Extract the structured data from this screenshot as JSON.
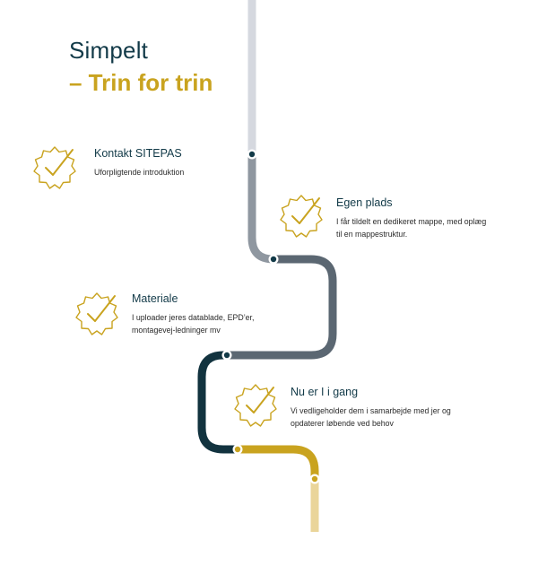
{
  "heading": {
    "line1": "Simpelt",
    "line2": "– Trin for trin"
  },
  "colors": {
    "navy": "#123a48",
    "gold": "#c9a31f",
    "light_gray": "#d5d8df",
    "mid_gray": "#8f97a0",
    "slate": "#5b6772",
    "dark_teal": "#12333f",
    "pale_gold": "#ead59a"
  },
  "steps": [
    {
      "title": "Kontakt SITEPAS",
      "desc": "Uforpligtende introduktion",
      "icon": "check-badge-icon"
    },
    {
      "title": "Egen plads",
      "desc": "I får tildelt en dedikeret mappe, med oplæg til en mappestruktur.",
      "icon": "check-badge-icon"
    },
    {
      "title": "Materiale",
      "desc": "I uploader jeres datablade, EPD’er, montagevej-ledninger mv",
      "icon": "check-badge-icon"
    },
    {
      "title": "Nu er I i gang",
      "desc": "Vi vedligeholder dem i samarbejde med jer og opdaterer løbende ved behov",
      "icon": "check-badge-icon"
    }
  ]
}
